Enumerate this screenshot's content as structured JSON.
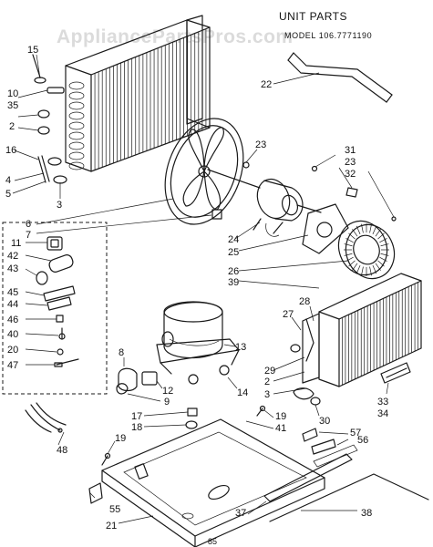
{
  "watermark": "AppliancePartsPros.com",
  "title": "UNIT PARTS",
  "model_line": "MODEL 106.7771190",
  "page_number": "85",
  "callouts": {
    "c15": "15",
    "c10": "10",
    "c35": "35",
    "c2a": "2",
    "c16": "16",
    "c4": "4",
    "c5": "5",
    "c3a": "3",
    "c22": "22",
    "c23a": "23",
    "c31": "31",
    "c23b": "23",
    "c32": "32",
    "c6": "6",
    "c7": "7",
    "c24": "24",
    "c25": "25",
    "c26": "26",
    "c39": "39",
    "c11": "11",
    "c42": "42",
    "c43": "43",
    "c45": "45",
    "c44": "44",
    "c46": "46",
    "c40": "40",
    "c20": "20",
    "c47": "47",
    "c28": "28",
    "c27": "27",
    "c13": "13",
    "c8": "8",
    "c12": "12",
    "c9": "9",
    "c14": "14",
    "c29": "29",
    "c2b": "2",
    "c3b": "3",
    "c33": "33",
    "c34": "34",
    "c17": "17",
    "c18": "18",
    "c19a": "19",
    "c19b": "19",
    "c41": "41",
    "c30": "30",
    "c57": "57",
    "c56": "56",
    "c48": "48",
    "c55": "55",
    "c21": "21",
    "c37": "37",
    "c38": "38"
  }
}
